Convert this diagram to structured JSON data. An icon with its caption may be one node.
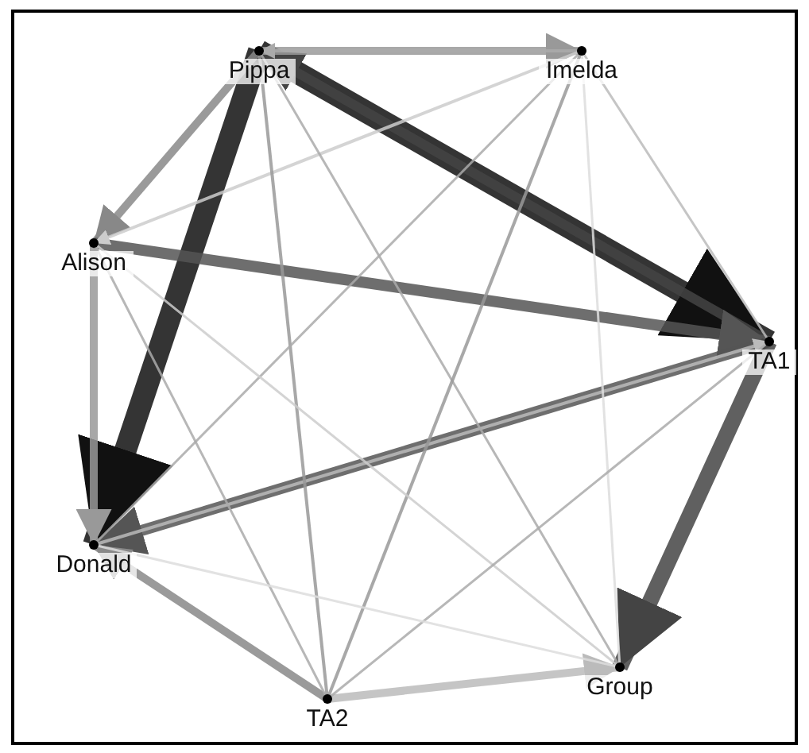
{
  "diagram": {
    "nodes": [
      {
        "text": [
          "Pippa"
        ]
      },
      {
        "text": [
          "Imelda"
        ]
      },
      {
        "text": [
          "Alison"
        ]
      },
      {
        "text": [
          "TA1"
        ]
      },
      {
        "text": [
          "Donald"
        ]
      },
      {
        "text": [
          "TA2"
        ]
      },
      {
        "text": [
          "Group"
        ]
      }
    ],
    "edges": [
      {
        "from": 0,
        "to": 4,
        "arrow": "to",
        "style": "thick",
        "color": "#111111"
      },
      {
        "from": 0,
        "to": 3,
        "arrow": "to",
        "style": "thick",
        "color": "#111111"
      },
      {
        "from": 3,
        "to": 0,
        "arrow": "to",
        "style": "thick",
        "color": "#444444"
      },
      {
        "from": 0,
        "to": 1,
        "arrow": "to",
        "style": "thick",
        "color": "#999999"
      },
      {
        "from": 1,
        "to": 0,
        "arrow": "to",
        "color": "#aaaaaa"
      },
      {
        "from": 0,
        "to": 2,
        "arrow": "to",
        "style": "thick",
        "color": "#888888"
      },
      {
        "from": 2,
        "to": 3,
        "arrow": "to",
        "style": "thick",
        "color": "#555555"
      },
      {
        "from": 3,
        "to": 4,
        "arrow": "to",
        "style": "thick",
        "color": "#555555"
      },
      {
        "from": 3,
        "to": 6,
        "arrow": "to",
        "style": "thick",
        "color": "#444444"
      },
      {
        "from": 2,
        "to": 4,
        "arrow": "to",
        "style": "thick",
        "color": "#999999"
      },
      {
        "from": 5,
        "to": 4,
        "arrow": "to",
        "style": "thick",
        "color": "#888888"
      },
      {
        "from": 5,
        "to": 6,
        "arrow": "to",
        "style": "thick",
        "color": "#bbbbbb"
      },
      {
        "from": 1,
        "to": 2,
        "arrow": "to",
        "color": "#cccccc"
      },
      {
        "from": 4,
        "to": 3,
        "arrow": "to",
        "color": "#bbbbbb"
      },
      {
        "from": 0,
        "to": 5,
        "arrow": "none",
        "color": "#999999"
      },
      {
        "from": 0,
        "to": 6,
        "arrow": "none"
      },
      {
        "from": 1,
        "to": 4,
        "arrow": "none"
      },
      {
        "from": 1,
        "to": 5,
        "arrow": "none",
        "color": "#999999"
      },
      {
        "from": 1,
        "to": 3,
        "arrow": "none",
        "color": "#bbbbbb"
      },
      {
        "from": 1,
        "to": 6,
        "arrow": "none",
        "color": "#dddddd"
      },
      {
        "from": 2,
        "to": 5,
        "arrow": "none"
      },
      {
        "from": 2,
        "to": 6,
        "arrow": "none",
        "color": "#cccccc"
      },
      {
        "from": 3,
        "to": 5,
        "arrow": "none"
      },
      {
        "from": 4,
        "to": 6,
        "arrow": "none",
        "color": "#dddddd"
      }
    ]
  }
}
